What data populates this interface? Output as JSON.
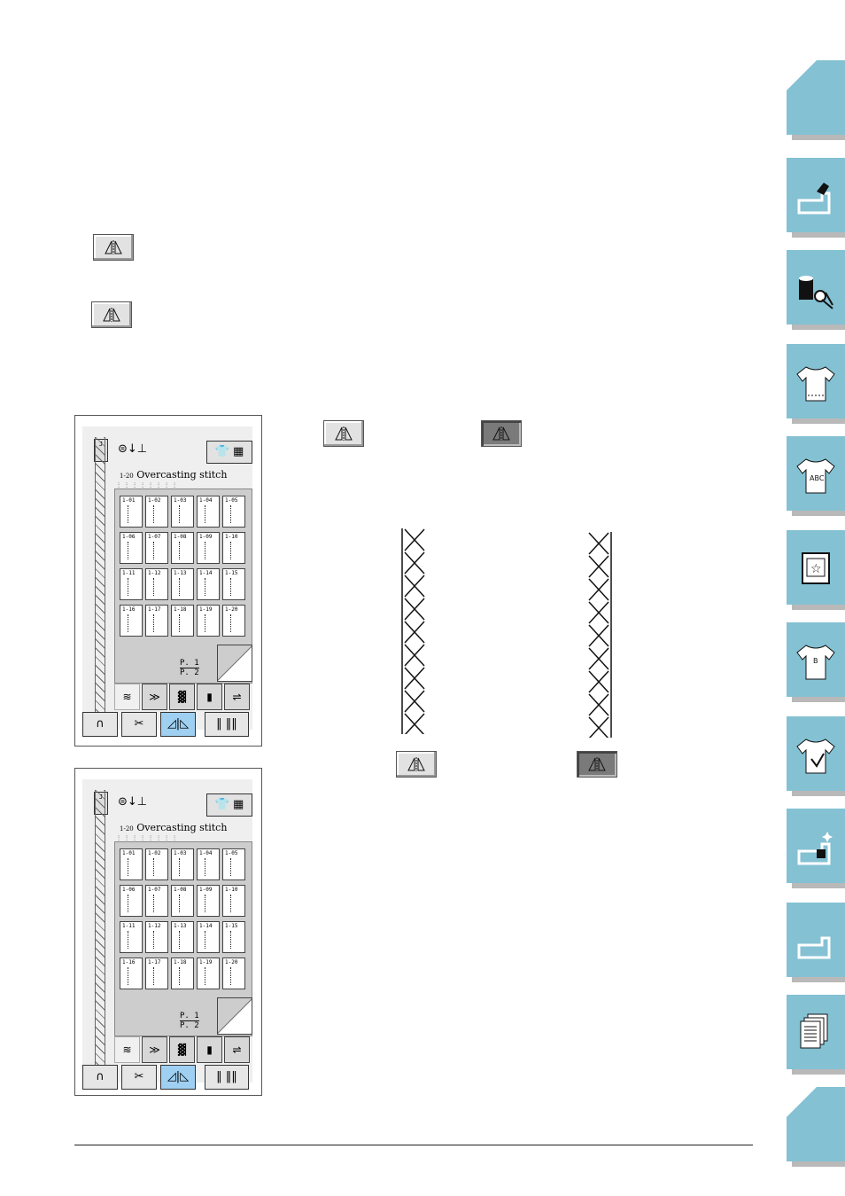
{
  "panels": [
    {
      "foot_label": "J",
      "title_num": "1-20",
      "title_text": "Overcasting stitch",
      "stitches": [
        "1-01",
        "1-02",
        "1-03",
        "1-04",
        "1-05",
        "1-06",
        "1-07",
        "1-08",
        "1-09",
        "1-10",
        "1-11",
        "1-12",
        "1-13",
        "1-14",
        "1-15",
        "1-16",
        "1-17",
        "1-18",
        "1-19",
        "1-20"
      ],
      "page_top": "P. 1",
      "page_bottom": "P. 2",
      "mirror_active": true
    },
    {
      "foot_label": "J",
      "title_num": "1-20",
      "title_text": "Overcasting stitch",
      "stitches": [
        "1-01",
        "1-02",
        "1-03",
        "1-04",
        "1-05",
        "1-06",
        "1-07",
        "1-08",
        "1-09",
        "1-10",
        "1-11",
        "1-12",
        "1-13",
        "1-14",
        "1-15",
        "1-16",
        "1-17",
        "1-18",
        "1-19",
        "1-20"
      ],
      "page_top": "P. 1",
      "page_bottom": "P. 2",
      "mirror_active": true
    }
  ],
  "side_tabs": [
    "blank",
    "machine-hand",
    "threads-scissors",
    "shirt-plain",
    "shirt-abc",
    "embroidery-frame",
    "shirt-letter",
    "shirt-sewing",
    "machine-sparkle",
    "machine-plain",
    "documents",
    "blank"
  ],
  "colors": {
    "tab": "#84c1d3",
    "highlight": "#9fd0f2"
  }
}
